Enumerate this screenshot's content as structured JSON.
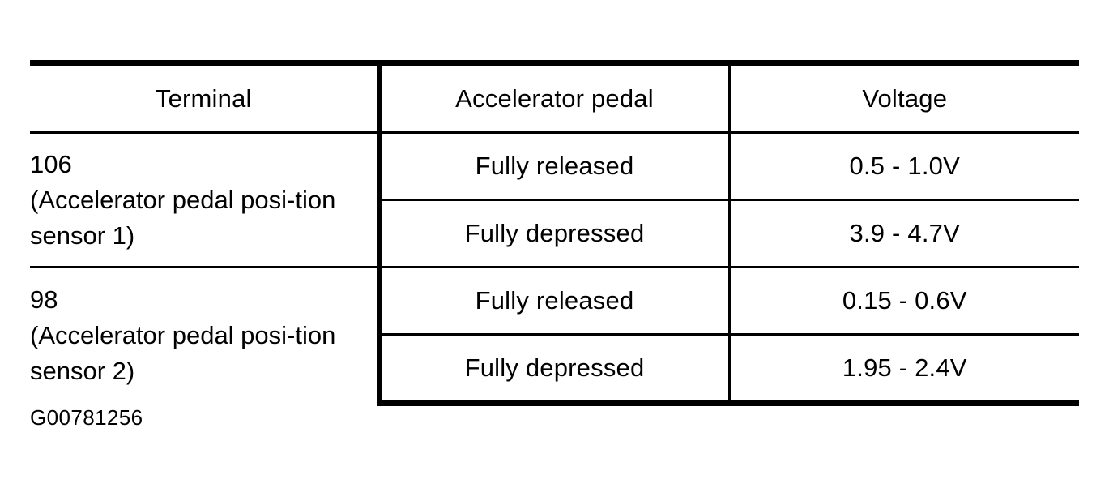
{
  "figure": {
    "caption": "G00781256",
    "colors": {
      "background": "#ffffff",
      "rule": "#000000",
      "text": "#000000"
    }
  },
  "table": {
    "headers": {
      "terminal": "Terminal",
      "pedal": "Accelerator pedal",
      "voltage": "Voltage"
    },
    "groups": [
      {
        "terminal_id": "106",
        "terminal_desc": "(Accelerator pedal posi-tion sensor 1)",
        "rows": [
          {
            "pedal": "Fully released",
            "voltage": "0.5 - 1.0V"
          },
          {
            "pedal": "Fully depressed",
            "voltage": "3.9 - 4.7V"
          }
        ]
      },
      {
        "terminal_id": "98",
        "terminal_desc": "(Accelerator pedal posi-tion sensor 2)",
        "rows": [
          {
            "pedal": "Fully released",
            "voltage": "0.15 - 0.6V"
          },
          {
            "pedal": "Fully depressed",
            "voltage": "1.95 - 2.4V"
          }
        ]
      }
    ]
  }
}
